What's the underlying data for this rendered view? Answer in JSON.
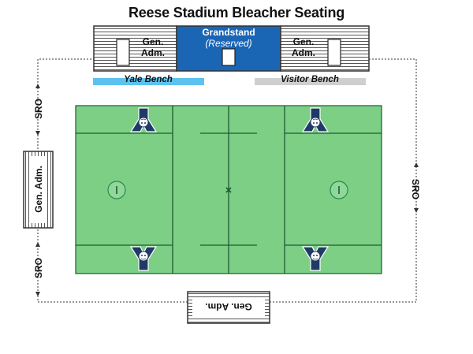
{
  "title": "Reese Stadium Bleacher Seating",
  "sections": {
    "grandstand": {
      "name": "Grandstand",
      "note": "(Reserved)"
    },
    "left_stand": {
      "line1": "Gen.",
      "line2": "Adm."
    },
    "right_stand": {
      "line1": "Gen.",
      "line2": "Adm."
    },
    "west_stand": {
      "label": "Gen. Adm."
    },
    "south_stand": {
      "label": "Gen. Adm."
    }
  },
  "benches": {
    "home": "Yale Bench",
    "visitor": "Visitor Bench"
  },
  "standing_room": {
    "left_top": "SRO",
    "left_bottom": "SRO",
    "right": "SRO"
  },
  "field": {
    "logo_letter": "Y"
  },
  "colors": {
    "field": "#7ccf85",
    "field_lines": "#1f5a33",
    "grandstand": "#1b65b5",
    "yale_bench": "#5cc3ee",
    "visitor_bench": "#cfcfcf",
    "logo_navy": "#1f3a66"
  }
}
